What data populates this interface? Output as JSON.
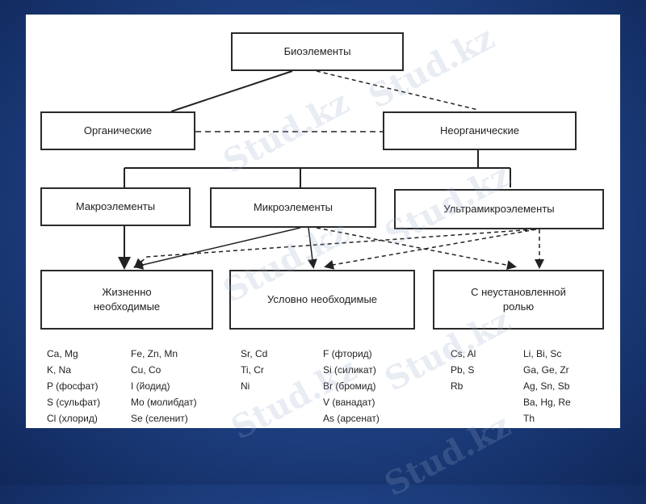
{
  "diagram": {
    "root": "Биоэлементы",
    "level1": [
      "Органические",
      "Неорганические"
    ],
    "level2": [
      "Макроэлементы",
      "Микроэлементы",
      "Ультрамикроэлементы"
    ],
    "level3": [
      "Жизненно необходимые",
      "Условно необходимые",
      "С неустановленной ролью"
    ]
  },
  "columns": [
    [
      "Ca, Mg",
      "K, Na",
      "P (фосфат)",
      "S (сульфат)",
      "Cl (хлорид)"
    ],
    [
      "Fe, Zn, Mn",
      "Cu, Co",
      "I (йодид)",
      "Mo (молибдат)",
      "Se (селенит)"
    ],
    [
      "Sr, Cd",
      "Ti, Cr",
      "Ni"
    ],
    [
      "F (фторид)",
      "Si (силикат)",
      "Br (бромид)",
      "V (ванадат)",
      "As (арсенат)"
    ],
    [
      "Cs, Al",
      "Pb, S",
      "Rb"
    ],
    [
      "Li, Bi, Sc",
      "Ga, Ge, Zr",
      "Ag, Sn, Sb",
      "Ba, Hg, Re",
      "Th"
    ]
  ],
  "watermark": "Stud.kz"
}
